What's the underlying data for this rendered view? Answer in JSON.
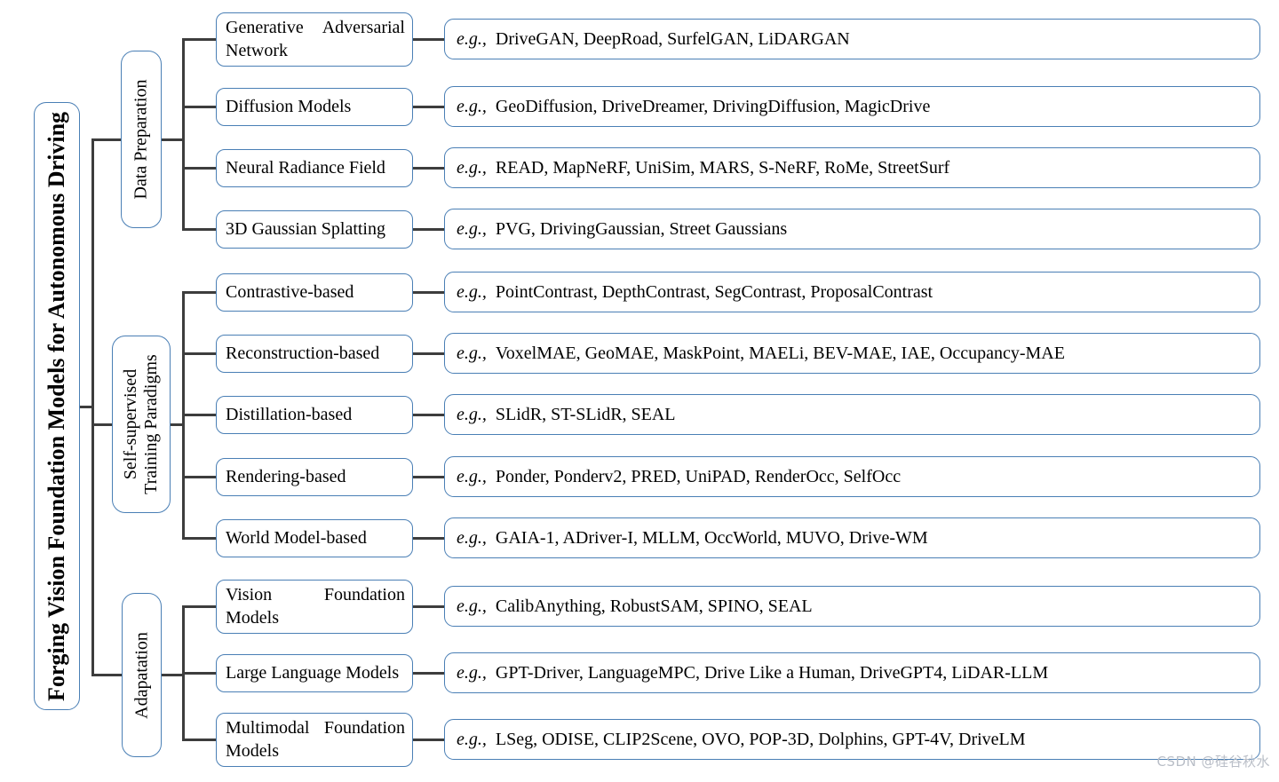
{
  "root": {
    "label": "Forging Vision Foundation Models for Autonomous Driving"
  },
  "eg_prefix": "e.g.,",
  "watermark": "CSDN @硅谷秋水",
  "colors": {
    "box_border": "#4a7fb5",
    "connector": "#3d3d3d",
    "text": "#000000",
    "watermark": "#b9bec7"
  },
  "groups": [
    {
      "branch": "Data Preparation",
      "rows": [
        {
          "category": "Generative Adversarial Network",
          "examples": "DriveGAN, DeepRoad, SurfelGAN, LiDARGAN"
        },
        {
          "category": "Diffusion Models",
          "examples": "GeoDiffusion, DriveDreamer, DrivingDiffusion, MagicDrive"
        },
        {
          "category": "Neural Radiance Field",
          "examples": "READ, MapNeRF, UniSim, MARS, S-NeRF, RoMe, StreetSurf"
        },
        {
          "category": "3D Gaussian Splatting",
          "examples": "PVG, DrivingGaussian, Street Gaussians"
        }
      ]
    },
    {
      "branch": "Self-supervised Training Paradigms",
      "rows": [
        {
          "category": "Contrastive-based",
          "examples": "PointContrast, DepthContrast, SegContrast, ProposalContrast"
        },
        {
          "category": "Reconstruction-based",
          "examples": "VoxelMAE, GeoMAE, MaskPoint, MAELi, BEV-MAE, IAE, Occupancy-MAE"
        },
        {
          "category": "Distillation-based",
          "examples": "SLidR, ST-SLidR, SEAL"
        },
        {
          "category": "Rendering-based",
          "examples": "Ponder, Ponderv2, PRED, UniPAD, RenderOcc, SelfOcc"
        },
        {
          "category": "World Model-based",
          "examples": "GAIA-1, ADriver-I, MLLM, OccWorld, MUVO, Drive-WM"
        }
      ]
    },
    {
      "branch": "Adapatation",
      "rows": [
        {
          "category": "Vision Foundation Models",
          "examples": "CalibAnything, RobustSAM, SPINO, SEAL"
        },
        {
          "category": "Large Language Models",
          "examples": "GPT-Driver, LanguageMPC, Drive Like a Human, DriveGPT4, LiDAR-LLM"
        },
        {
          "category": "Multimodal Foundation Models",
          "examples": "LSeg, ODISE, CLIP2Scene, OVO, POP-3D, Dolphins, GPT-4V, DriveLM"
        }
      ]
    }
  ]
}
